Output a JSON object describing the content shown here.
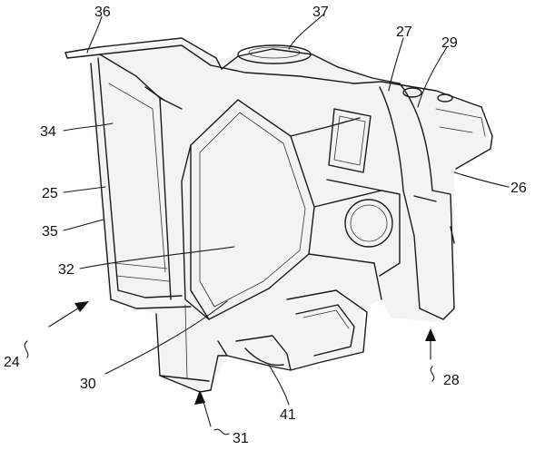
{
  "labels": {
    "l36": "36",
    "l37": "37",
    "l27": "27",
    "l29": "29",
    "l34": "34",
    "l25": "25",
    "l35": "35",
    "l32": "32",
    "l26": "26",
    "l24": "24",
    "l30": "30",
    "l41": "41",
    "l31": "31",
    "l28": "28"
  }
}
